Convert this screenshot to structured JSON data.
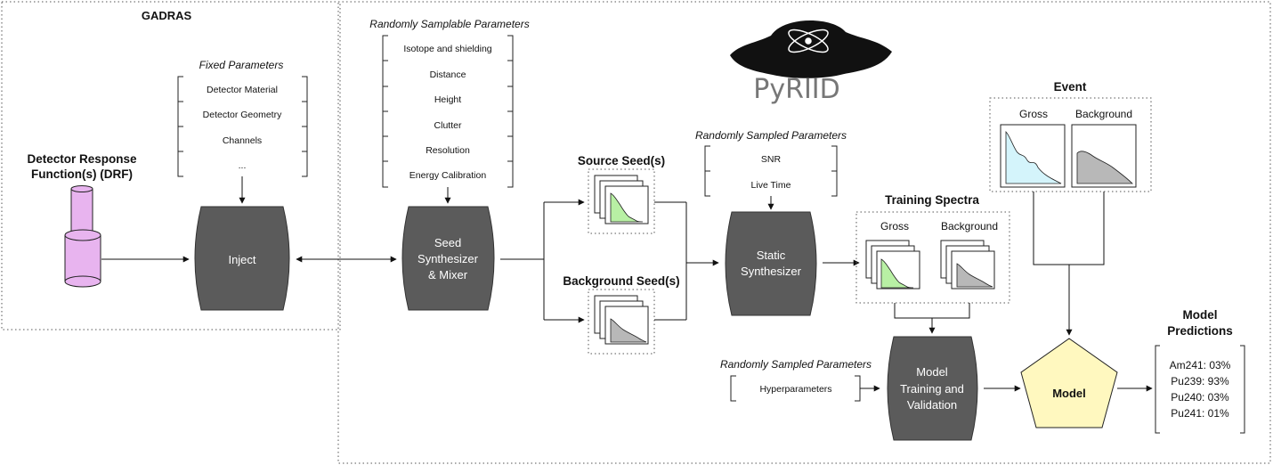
{
  "gadras": {
    "title": "GADRAS",
    "fixed_params": {
      "label": "Fixed Parameters",
      "items": [
        "Detector Material",
        "Detector Geometry",
        "Channels",
        "..."
      ]
    },
    "drf_label_1": "Detector Response",
    "drf_label_2": "Function(s) (DRF)",
    "inject_label": "Inject"
  },
  "random_samplable": {
    "label": "Randomly Samplable Parameters",
    "items": [
      "Isotope and shielding",
      "Distance",
      "Height",
      "Clutter",
      "Resolution",
      "Energy Calibration"
    ]
  },
  "seed_synth": {
    "line1": "Seed",
    "line2": "Synthesizer",
    "line3": "& Mixer"
  },
  "logo_text": "PyRIID",
  "source_seeds": "Source Seed(s)",
  "background_seeds": "Background Seed(s)",
  "static_params": {
    "label": "Randomly Sampled Parameters",
    "items": [
      "SNR",
      "Live Time"
    ]
  },
  "static_synth": {
    "line1": "Static",
    "line2": "Synthesizer"
  },
  "training_spectra": {
    "title": "Training Spectra",
    "gross": "Gross",
    "background": "Background"
  },
  "hyper_params": {
    "label": "Randomly Sampled Parameters",
    "items": [
      "Hyperparameters"
    ]
  },
  "model_training": {
    "line1": "Model",
    "line2": "Training and",
    "line3": "Validation"
  },
  "event": {
    "title": "Event",
    "gross": "Gross",
    "background": "Background"
  },
  "model_label": "Model",
  "predictions": {
    "title_1": "Model",
    "title_2": "Predictions",
    "items": [
      "Am241: 03%",
      "Pu239: 93%",
      "Pu240: 03%",
      "Pu241: 01%"
    ]
  },
  "colors": {
    "process_fill": "#5b5b5b",
    "drf_fill": "#e8b4ef",
    "model_fill": "#fff8bf",
    "source_spectrum": "#b8f0a4",
    "background_spectrum": "#b8b8b8",
    "gross_event_spectrum": "#d4f4fb"
  }
}
